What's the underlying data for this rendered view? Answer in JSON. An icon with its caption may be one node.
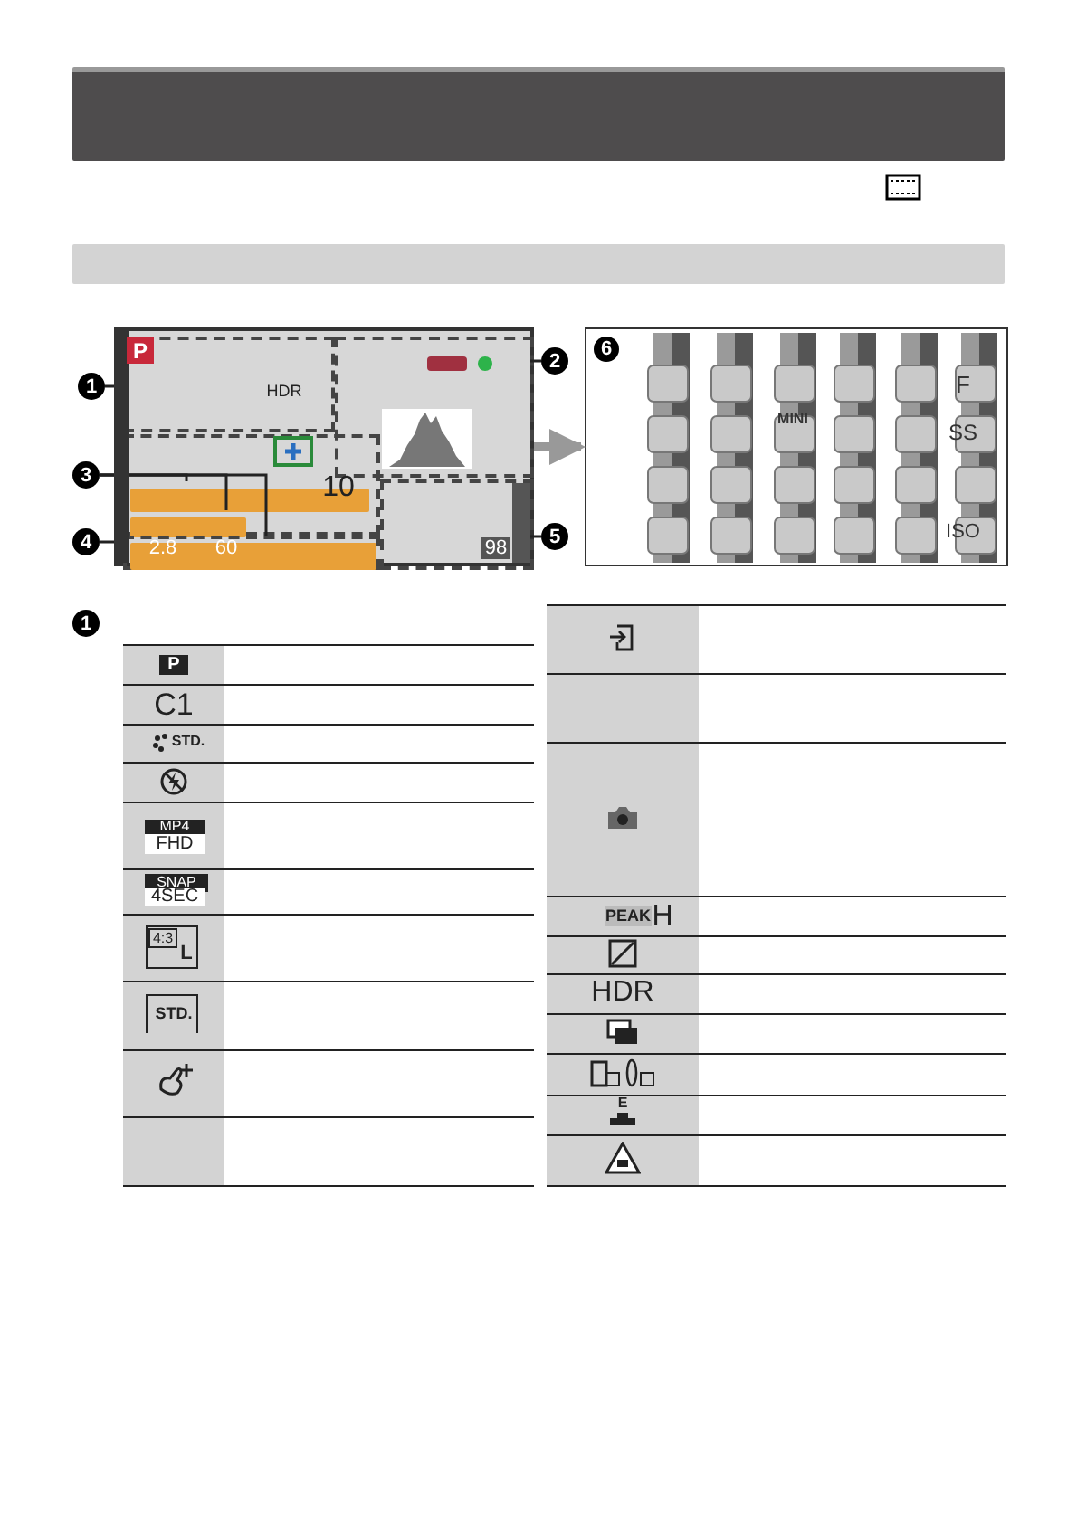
{
  "diagram": {
    "nodes": [
      {
        "text": [],
        "shape": "box"
      },
      {
        "text": [],
        "shape": "box",
        "in": 0
      },
      {
        "text": [],
        "shape": "box",
        "in": 0
      },
      {
        "text": [],
        "shape": "box",
        "in": 0
      },
      {
        "text": [],
        "shape": "bar",
        "in": 3
      },
      {
        "text": [],
        "shape": "bar",
        "in": 3
      },
      {
        "text": [],
        "shape": "box",
        "in": 0
      },
      {
        "text": [],
        "shape": "bar",
        "in": 6
      },
      {
        "text": [],
        "shape": "box",
        "in": 0
      },
      {
        "text": [
          "1"
        ]
      },
      {
        "text": [
          "2"
        ]
      },
      {
        "text": [
          "3"
        ]
      },
      {
        "text": [
          "4"
        ]
      },
      {
        "text": [
          "5"
        ]
      },
      {
        "text": [
          "6"
        ]
      },
      {
        "text": [],
        "shape": "bar"
      },
      {
        "text": [],
        "shape": "bar"
      },
      {
        "text": [
          "1"
        ]
      }
    ],
    "edges": [
      {
        "from": 9,
        "to": 1,
        "arrow": "none"
      },
      {
        "from": 10,
        "to": 2,
        "arrow": "none"
      },
      {
        "from": 11,
        "to": 4,
        "arrow": "none"
      },
      {
        "from": 11,
        "to": 5,
        "arrow": "none"
      },
      {
        "from": 11,
        "to": 7,
        "arrow": "none"
      },
      {
        "from": 12,
        "to": 6,
        "arrow": "none"
      },
      {
        "from": 13,
        "to": 8,
        "arrow": "none"
      },
      {
        "from": 0,
        "to": 14,
        "arrow": "to",
        "style": "thick",
        "color": "#999999"
      }
    ],
    "labels": [
      "P",
      "HDR",
      "10",
      "2.8",
      "60",
      "98",
      "MINI",
      "F",
      "SS",
      "ISO",
      "P",
      "C1",
      "STD.",
      "MP4",
      "FHD",
      "SNAP",
      "4SEC",
      "4:3",
      "L",
      "STD.",
      "PEAK",
      "H",
      "HDR",
      "E"
    ]
  }
}
